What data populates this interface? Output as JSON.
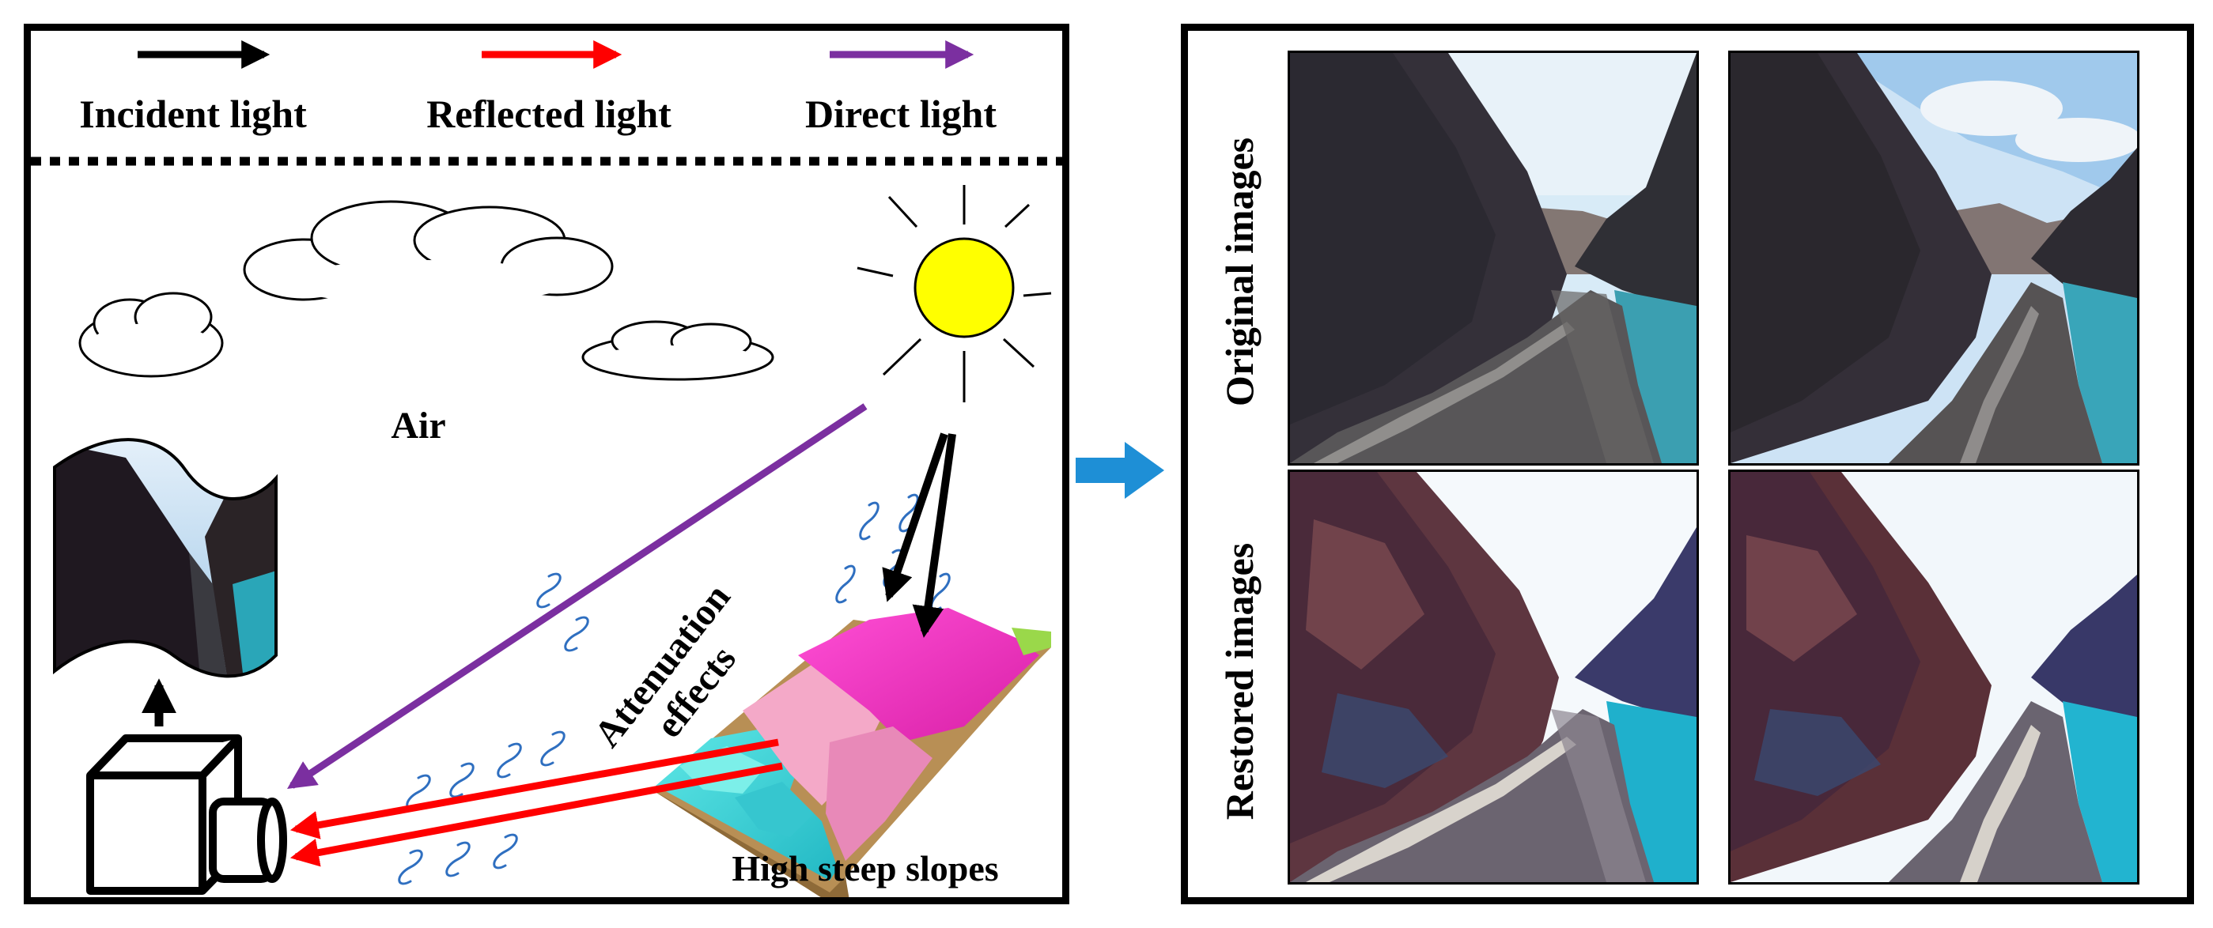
{
  "legend": {
    "incident": {
      "label": "Incident light",
      "color": "#000000"
    },
    "reflected": {
      "label": "Reflected light",
      "color": "#ff0000"
    },
    "direct": {
      "label": "Direct light",
      "color": "#7b2fa0"
    }
  },
  "scene": {
    "air_label": "Air",
    "attenuation_line1": "Attenuation",
    "attenuation_line2": "effects",
    "slopes_label": "High steep slopes",
    "sun_color": "#ffff00",
    "haze_color": "#2f6fc0"
  },
  "transition_arrow_color": "#1e8fd6",
  "results": {
    "row1_label": "Original images",
    "row2_label": "Restored images",
    "images": [
      {
        "name": "original-image-1",
        "kind": "original"
      },
      {
        "name": "original-image-2",
        "kind": "original"
      },
      {
        "name": "restored-image-1",
        "kind": "restored"
      },
      {
        "name": "restored-image-2",
        "kind": "restored"
      }
    ]
  }
}
